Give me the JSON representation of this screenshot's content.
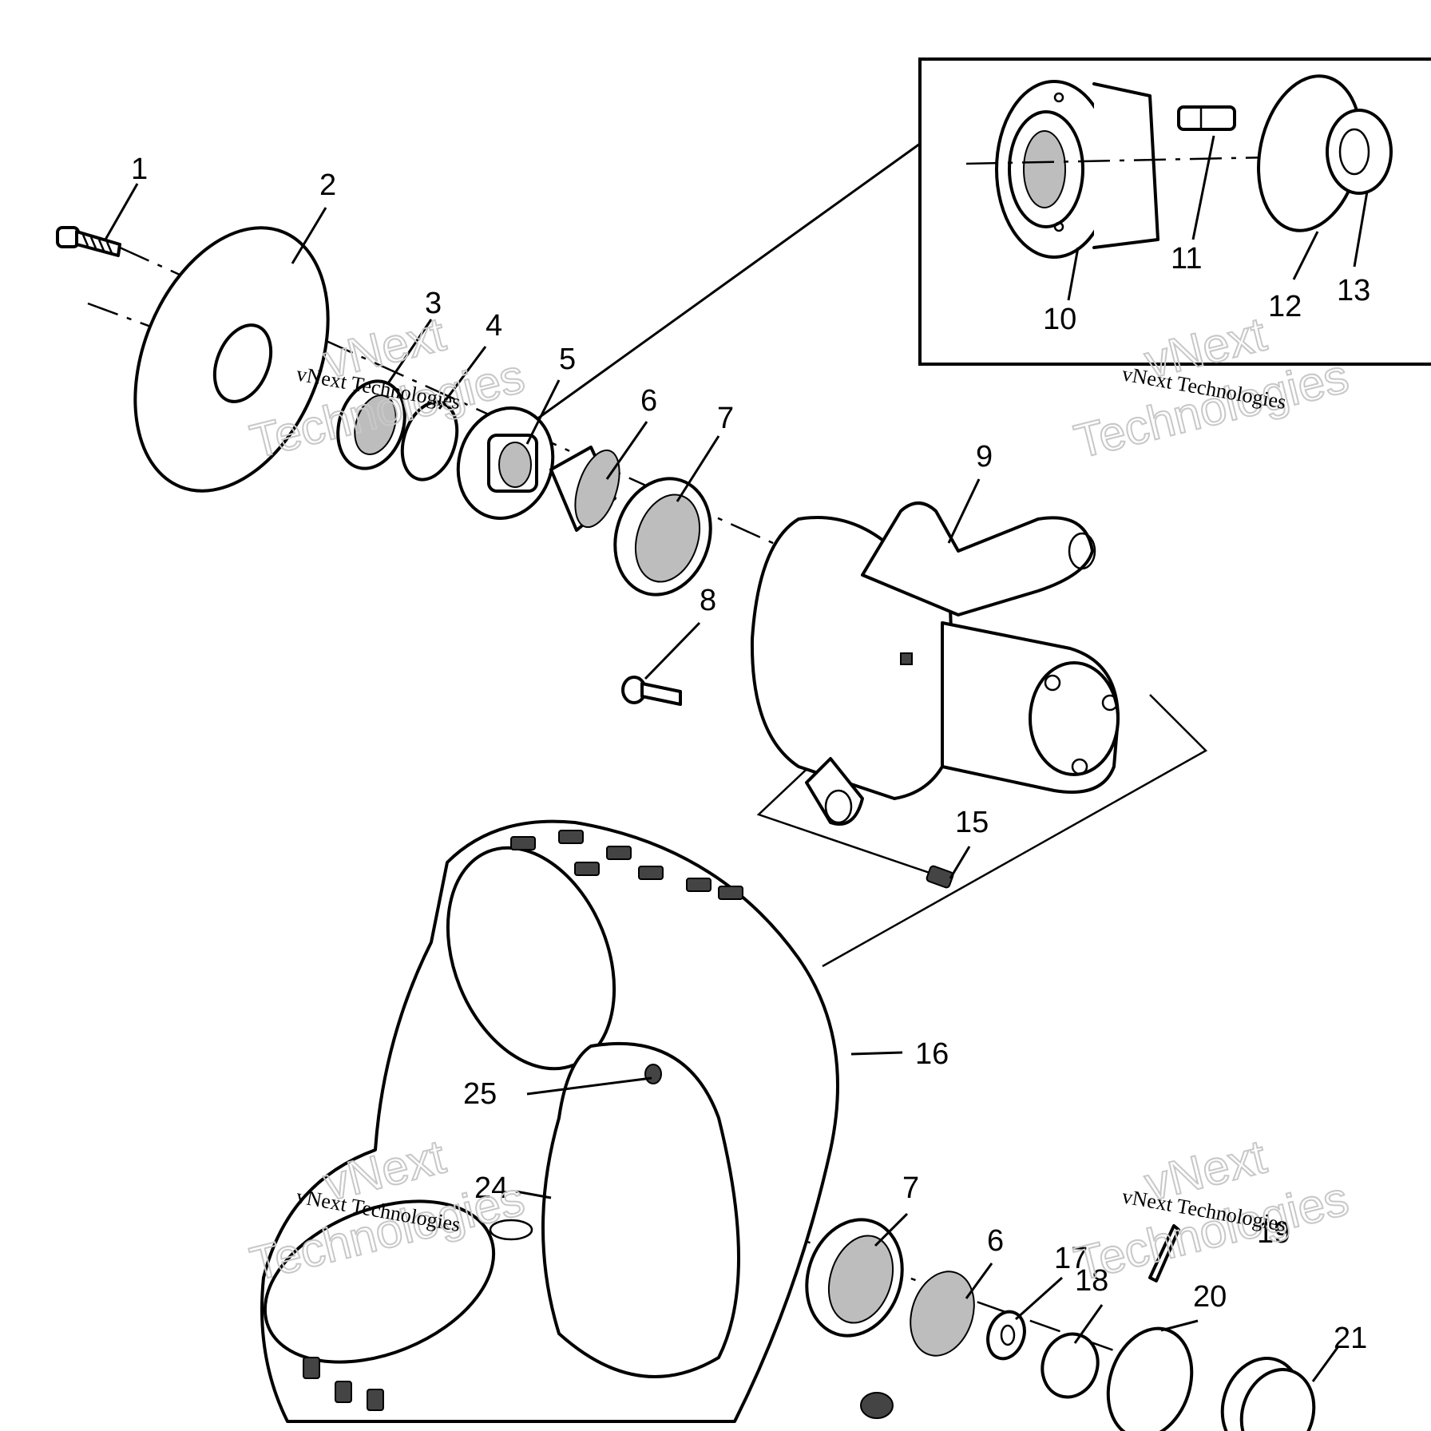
{
  "figure": {
    "kind": "exploded parts diagram",
    "callouts": [
      "1",
      "2",
      "3",
      "4",
      "5",
      "6",
      "7",
      "8",
      "9",
      "10",
      "11",
      "12",
      "13",
      "15",
      "16",
      "17",
      "18",
      "19",
      "20",
      "21",
      "24",
      "25",
      "7",
      "6"
    ]
  },
  "watermark": {
    "line1": "vNext",
    "line2": "Technologies",
    "caption": "vNext Technologies"
  },
  "colors": {
    "ink": "#000000",
    "paper": "#ffffff",
    "watermark": "#c8c8c8"
  }
}
